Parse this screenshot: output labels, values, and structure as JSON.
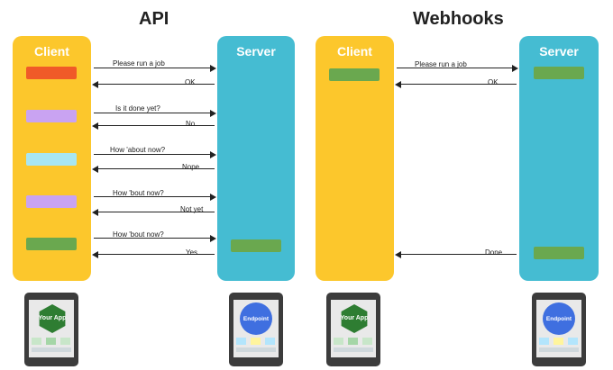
{
  "api": {
    "title": "API",
    "client_label": "Client",
    "server_label": "Server",
    "messages": [
      {
        "text": "Please run a job",
        "dir": "right"
      },
      {
        "text": "OK",
        "dir": "left"
      },
      {
        "text": "Is it done yet?",
        "dir": "right"
      },
      {
        "text": "No",
        "dir": "left"
      },
      {
        "text": "How 'about now?",
        "dir": "right"
      },
      {
        "text": "Nope",
        "dir": "left"
      },
      {
        "text": "How 'bout now?",
        "dir": "right"
      },
      {
        "text": "Not yet",
        "dir": "left"
      },
      {
        "text": "How 'bout now?",
        "dir": "right"
      },
      {
        "text": "Yes",
        "dir": "left"
      }
    ],
    "client_box_colors": [
      "#f05a28",
      "#c9a3f2",
      "#a8e6f2",
      "#c9a3f2",
      "#6aa84f"
    ],
    "server_box_color": "#6aa84f",
    "client_device_label": "Your App",
    "server_device_label": "Endpoint"
  },
  "webhooks": {
    "title": "Webhooks",
    "client_label": "Client",
    "server_label": "Server",
    "messages": [
      {
        "text": "Please run a job",
        "dir": "right"
      },
      {
        "text": "OK",
        "dir": "left"
      },
      {
        "text": "Done",
        "dir": "left"
      }
    ],
    "client_box_color": "#6aa84f",
    "server_box_color": "#6aa84f",
    "client_device_label": "Your App",
    "server_device_label": "Endpoint"
  },
  "colors": {
    "client_lane": "#fcc72c",
    "server_lane": "#45bcd2",
    "app_hex": "#2e7d32",
    "endpoint_circle": "#3f6fe0"
  }
}
